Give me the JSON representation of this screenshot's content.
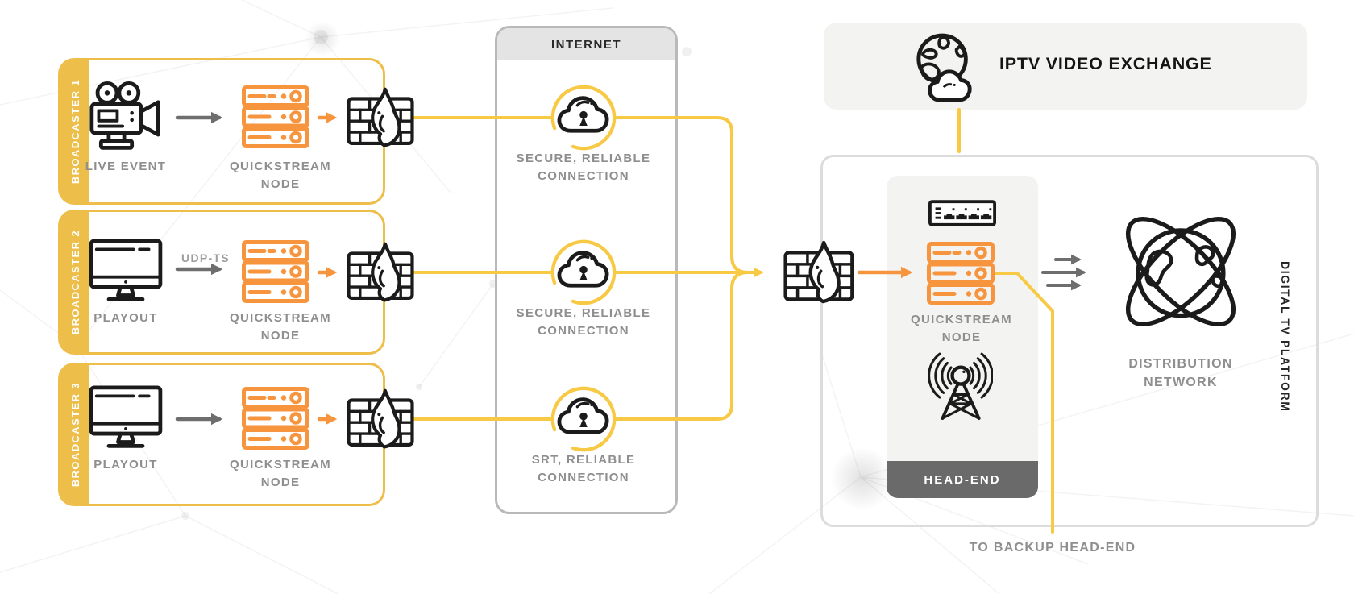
{
  "colors": {
    "yellow": "#EDBE4A",
    "yellow_line": "#F7C944",
    "orange": "#F6953D",
    "gray_text": "#8E8E8E",
    "dark_arrow": "#6E6E6E",
    "icon_black": "#1b1b1b",
    "internet_border": "#B9B9B9",
    "internet_header_bg": "#E4E4E4",
    "panel_bg": "#F3F3F2",
    "headend_footer_bg": "#6A6A6A",
    "platform_border": "#DCDCDC"
  },
  "broadcasters": [
    {
      "tab": "BROADCASTER 1",
      "source": {
        "icon": "video-camera",
        "label": "LIVE EVENT"
      },
      "node": {
        "icon": "server-stack",
        "label": "QUICKSTREAM NODE"
      },
      "link_label": ""
    },
    {
      "tab": "BROADCASTER 2",
      "source": {
        "icon": "desktop-monitor",
        "label": "PLAYOUT"
      },
      "node": {
        "icon": "server-stack",
        "label": "QUICKSTREAM NODE"
      },
      "link_label": "UDP-TS"
    },
    {
      "tab": "BROADCASTER 3",
      "source": {
        "icon": "desktop-monitor",
        "label": "PLAYOUT"
      },
      "node": {
        "icon": "server-stack",
        "label": "QUICKSTREAM NODE"
      },
      "link_label": ""
    }
  ],
  "internet": {
    "title": "INTERNET",
    "connections": [
      {
        "icon": "secure-cloud",
        "label": "SECURE, RELIABLE CONNECTION"
      },
      {
        "icon": "secure-cloud",
        "label": "SECURE, RELIABLE CONNECTION"
      },
      {
        "icon": "secure-cloud",
        "label": "SRT, RELIABLE CONNECTION"
      }
    ]
  },
  "exchange": {
    "icon": "globe-cloud",
    "label": "IPTV VIDEO EXCHANGE"
  },
  "platform": {
    "label": "DIGITAL TV PLATFORM",
    "headend": {
      "title": "HEAD-END",
      "switch_icon": "network-switch",
      "node": {
        "icon": "server-stack",
        "label": "QUICKSTREAM NODE"
      },
      "antenna_icon": "broadcast-antenna"
    },
    "distribution": {
      "icon": "globe-network",
      "label": "DISTRIBUTION NETWORK"
    }
  },
  "backup_label": "TO BACKUP HEAD-END"
}
